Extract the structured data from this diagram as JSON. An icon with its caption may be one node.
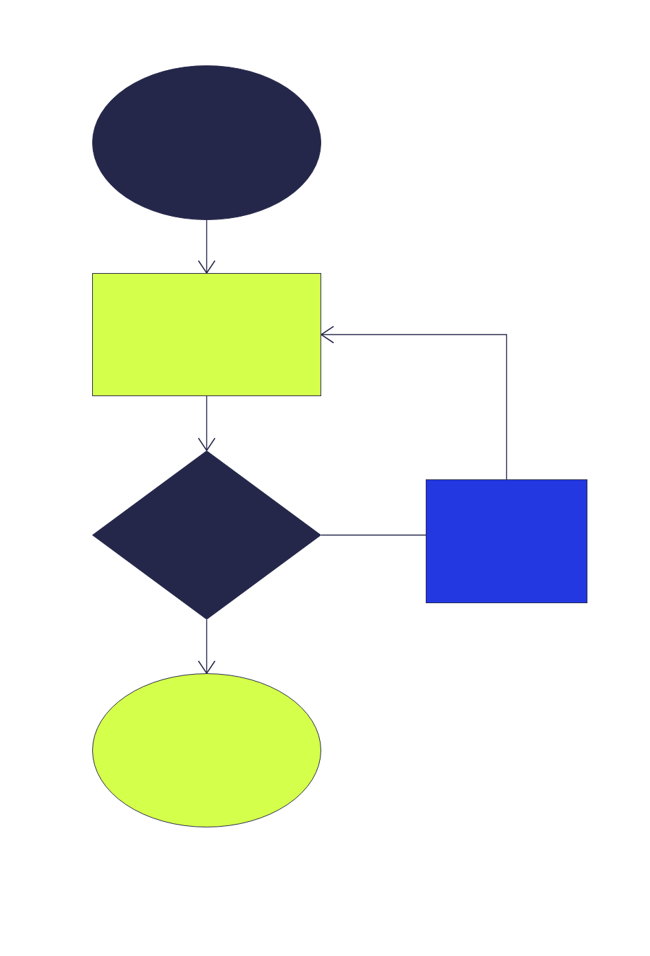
{
  "diagram": {
    "nodes": [
      {
        "text": [],
        "shape": "ellipse"
      },
      {
        "text": [],
        "shape": "box"
      },
      {
        "text": [],
        "shape": "diamond"
      },
      {
        "text": [],
        "shape": "ellipse"
      },
      {
        "text": [],
        "shape": "box"
      }
    ],
    "edges": [
      {
        "from": 0,
        "to": 1,
        "arrow": "to"
      },
      {
        "from": 1,
        "to": 2,
        "arrow": "to"
      },
      {
        "from": 2,
        "to": 3,
        "arrow": "to"
      },
      {
        "from": 2,
        "to": 4,
        "arrow": "none"
      },
      {
        "from": 4,
        "to": 1,
        "arrow": "to"
      }
    ]
  }
}
